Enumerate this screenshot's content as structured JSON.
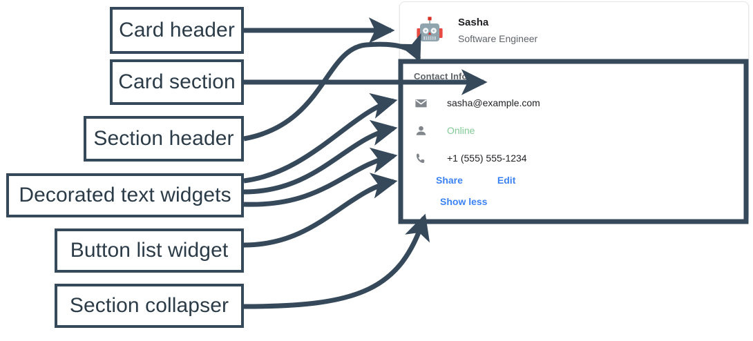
{
  "diagram": {
    "annotations": [
      {
        "id": "card-header",
        "label": "Card header"
      },
      {
        "id": "card-section",
        "label": "Card section"
      },
      {
        "id": "section-header",
        "label": "Section header"
      },
      {
        "id": "decorated-text",
        "label": "Decorated text widgets"
      },
      {
        "id": "button-list",
        "label": "Button list widget"
      },
      {
        "id": "section-collapser",
        "label": "Section collapser"
      }
    ],
    "annotation_color": "#36495a",
    "annotation_text_color": "#2b3b47"
  },
  "card": {
    "header": {
      "avatar_icon": "robot-avatar-icon",
      "title": "Sasha",
      "subtitle": "Software Engineer"
    },
    "section": {
      "header": "Contact Info",
      "widgets": [
        {
          "icon": "email-icon",
          "text": "sasha@example.com",
          "color": "#202124"
        },
        {
          "icon": "person-icon",
          "text": "Online",
          "color": "#81c995"
        },
        {
          "icon": "phone-icon",
          "text": "+1 (555) 555-1234",
          "color": "#202124"
        }
      ],
      "buttons": [
        {
          "label": "Share"
        },
        {
          "label": "Edit"
        }
      ],
      "collapser": {
        "label": "Show less"
      }
    },
    "accent_color": "#3b82f6",
    "status_color": "#81c995",
    "muted_color": "#5f6368"
  }
}
